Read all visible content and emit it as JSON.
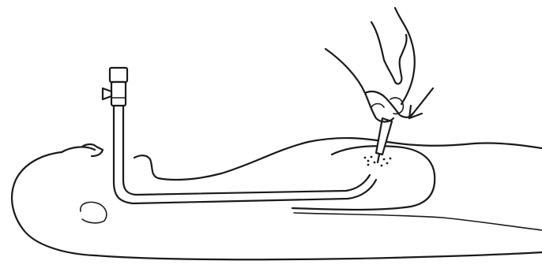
{
  "figure": {
    "kind": "line-drawing",
    "ink_color": "#1a1a1a",
    "background_color": "#ffffff",
    "elements": [
      "patient-body",
      "catheter-tube",
      "catheter-valve-hub",
      "hands-with-instrument",
      "arrow-indicator",
      "puncture-spots"
    ]
  }
}
